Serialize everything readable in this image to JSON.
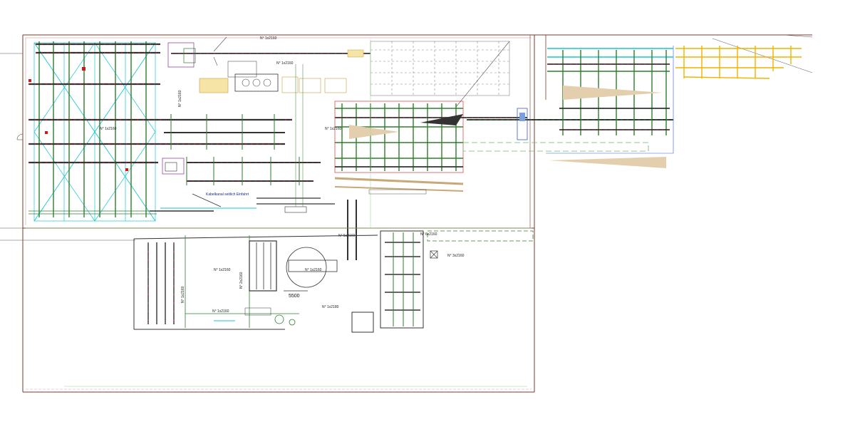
{
  "drawing": {
    "type": "plant layout (CAD)",
    "colors": {
      "frame": "#7a3b2e",
      "structure": "#2e7d2e",
      "beam": "#333333",
      "accent_red": "#d01818",
      "grid": "#19c6cf",
      "yellow": "#f0b400",
      "purple": "#8b2a9c",
      "tan": "#c8a878"
    },
    "labels": {
      "cable_channel": "Kabelkanal seitlich Einfahrt",
      "dimension_5500": "5500",
      "crane_1x2160": "N° 1x2160",
      "crane_2x2160": "N° 2x2160",
      "crane_5x2160": "N° 5x2160",
      "crane_6x2160": "N° 6x2160",
      "crane_3x2160": "N° 3x2160",
      "crane_1x2180": "N° 1x2180"
    }
  }
}
